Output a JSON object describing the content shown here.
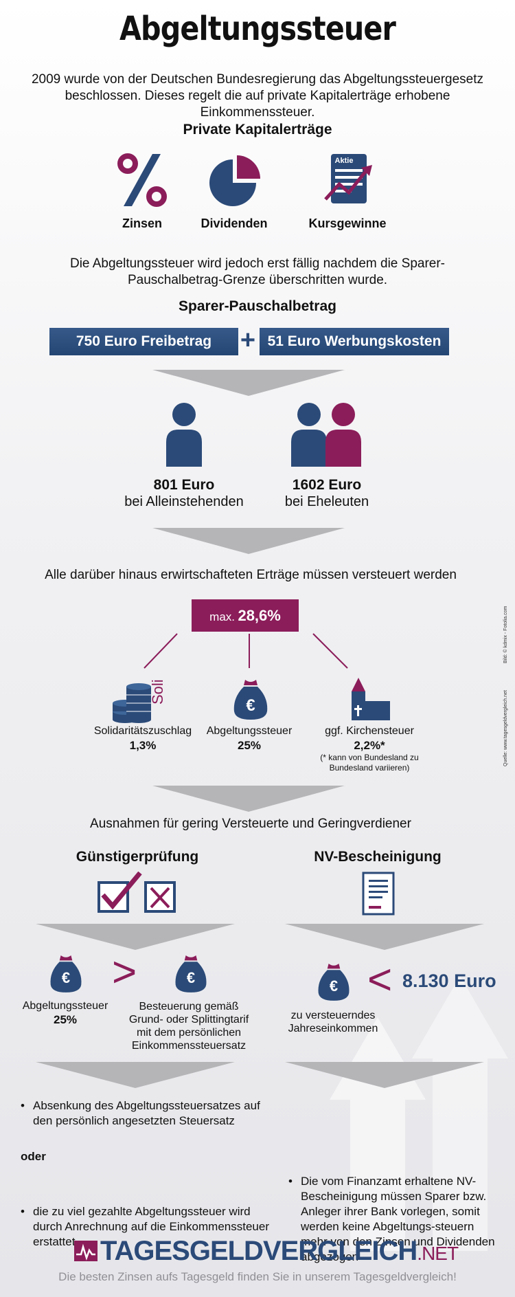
{
  "title": "Abgeltungssteuer",
  "intro": "2009 wurde von der Deutschen Bundesregierung das Abgeltungssteuergesetz beschlossen. Dieses regelt die auf private Kapitalerträge erhobene Einkommenssteuer.",
  "private": {
    "heading": "Private Kapitalerträge",
    "items": [
      {
        "label": "Zinsen",
        "icon": "percent-icon"
      },
      {
        "label": "Dividenden",
        "icon": "pie-chart-icon"
      },
      {
        "label": "Kursgewinne",
        "icon": "stock-document-icon",
        "doc_label": "Aktie"
      }
    ]
  },
  "note": "Die Abgeltungssteuer wird jedoch erst fällig nachdem die Sparer-Pauschalbetrag-Grenze überschritten wurde.",
  "pauschal": {
    "heading": "Sparer-Pauschalbetrag",
    "left": "750 Euro Freibetrag",
    "plus": "+",
    "right": "51 Euro Werbungskosten",
    "single_amount": "801 Euro",
    "single_label": "bei Alleinstehenden",
    "couple_amount": "1602 Euro",
    "couple_label": "bei Eheleuten"
  },
  "taxed_note": "Alle darüber hinaus erwirtschafteten Erträge müssen versteuert werden",
  "max": {
    "prefix": "max.",
    "value": "28,6%"
  },
  "taxes": [
    {
      "label": "Solidaritätszuschlag",
      "value": "1,3%",
      "icon": "coin-stack-icon",
      "icon_text": "Soli"
    },
    {
      "label": "Abgeltungssteuer",
      "value": "25%",
      "icon": "money-bag-icon",
      "icon_text": "€"
    },
    {
      "label": "ggf. Kirchensteuer",
      "value": "2,2%*",
      "icon": "church-icon",
      "footnote": "(* kann von Bundesland zu Bundesland variieren)"
    }
  ],
  "exceptions": "Ausnahmen für gering Versteuerte und Geringverdiener",
  "guenstiger": {
    "heading": "Günstigerprüfung",
    "left_label": "Abgeltungssteuer",
    "left_value": "25%",
    "symbol": ">",
    "right_label": "Besteuerung gemäß Grund- oder Splittingtarif mit dem persönlichen Einkommenssteuersatz",
    "bullet1": "Absenkung des Abgeltungssteuersatzes auf den persönlich angesetzten Steuersatz",
    "oder": "oder",
    "bullet2": "die zu viel gezahlte Abgeltungssteuer wird durch Anrechnung auf die Einkommenssteuer erstattet"
  },
  "nv": {
    "heading": "NV-Bescheinigung",
    "symbol": "<",
    "amount": "8.130 Euro",
    "label": "zu versteuerndes Jahreseinkommen",
    "bullet": "Die vom Finanzamt erhaltene NV-Bescheinigung müssen Sparer bzw. Anleger ihrer Bank vorlegen, somit werden keine Abgeltungs-steuern mehr von den Zinsen und Dividenden abgezogen"
  },
  "credits": {
    "image": "Bild: © kdmix - Fotolia.com",
    "source": "Quelle: www.tagesgeldvergleich.net"
  },
  "footer": {
    "brand_main": "TAGESGELDVERGLEICH",
    "brand_tld": ".NET",
    "tagline": "Die besten Zinsen aufs Tagesgeld finden Sie in unserem Tagesgeldvergleich!"
  },
  "colors": {
    "blue": "#2b4a78",
    "plum": "#8b1d5a",
    "gray_arrow": "#b5b5b8"
  }
}
